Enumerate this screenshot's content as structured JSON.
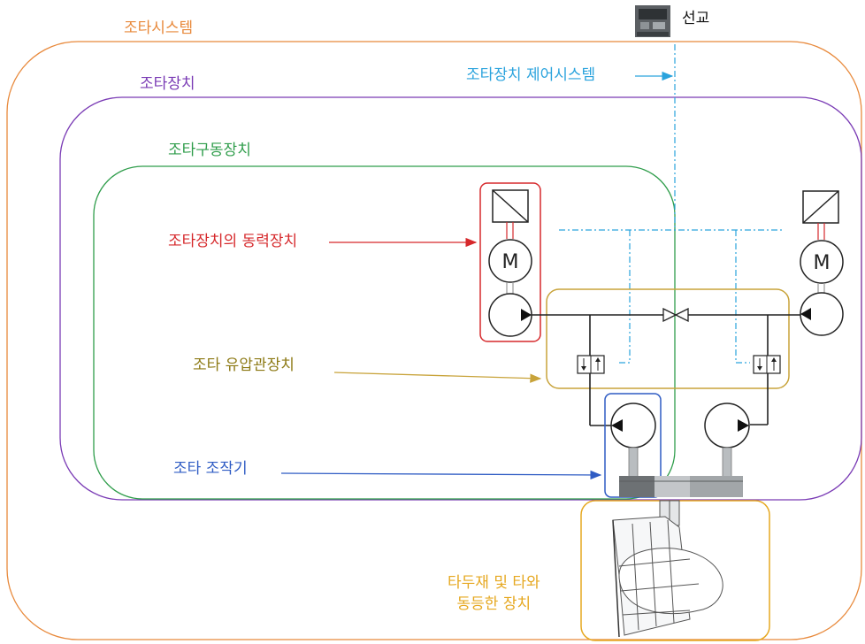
{
  "labels": {
    "steering_system": "조타시스템",
    "steering_gear": "조타장치",
    "steering_drive": "조타구동장치",
    "power_unit": "조타장치의 동력장치",
    "hydraulic_piping": "조타 유압관장치",
    "steering_actuator": "조타 조작기",
    "control_system": "조타장치 제어시스템",
    "bridge": "선교",
    "rudder_stock_line1": "타두재 및 타와",
    "rudder_stock_line2": "동등한 장치"
  },
  "motor_symbol": "M",
  "colors": {
    "steering_system": "#e8893b",
    "steering_gear": "#7a3bb5",
    "steering_drive": "#2f9d4b",
    "power_unit": "#d6282b",
    "hydraulic_piping": "#c8a33a",
    "steering_actuator": "#2f5cc4",
    "control_system": "#2aa3dd",
    "rudder": "#e6a821"
  }
}
